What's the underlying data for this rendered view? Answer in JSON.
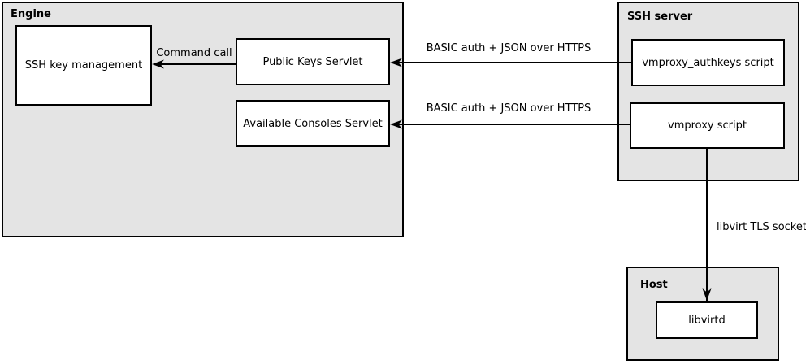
{
  "colors": {
    "container_fill": "#e4e4e4",
    "node_fill": "#ffffff",
    "line": "#000000"
  },
  "containers": {
    "engine": {
      "label": "Engine"
    },
    "ssh_server": {
      "label": "SSH server"
    },
    "host": {
      "label": "Host"
    }
  },
  "nodes": {
    "ssh_key_management": {
      "label": "SSH key management"
    },
    "public_keys_servlet": {
      "label": "Public Keys Servlet"
    },
    "available_consoles_servlet": {
      "label": "Available Consoles Servlet"
    },
    "vmproxy_authkeys_script": {
      "label": "vmproxy_authkeys script"
    },
    "vmproxy_script": {
      "label": "vmproxy script"
    },
    "libvirtd": {
      "label": "libvirtd"
    }
  },
  "edges": {
    "command_call": {
      "label": "Command call",
      "from": "public_keys_servlet",
      "to": "ssh_key_management"
    },
    "basic_auth_top": {
      "label": "BASIC auth + JSON over HTTPS",
      "from": "vmproxy_authkeys_script",
      "to": "public_keys_servlet"
    },
    "basic_auth_bottom": {
      "label": "BASIC auth + JSON over HTTPS",
      "from": "vmproxy_script",
      "to": "available_consoles_servlet"
    },
    "libvirt_tls_socket": {
      "label": "libvirt TLS socket",
      "from": "vmproxy_script",
      "to": "libvirtd"
    }
  }
}
